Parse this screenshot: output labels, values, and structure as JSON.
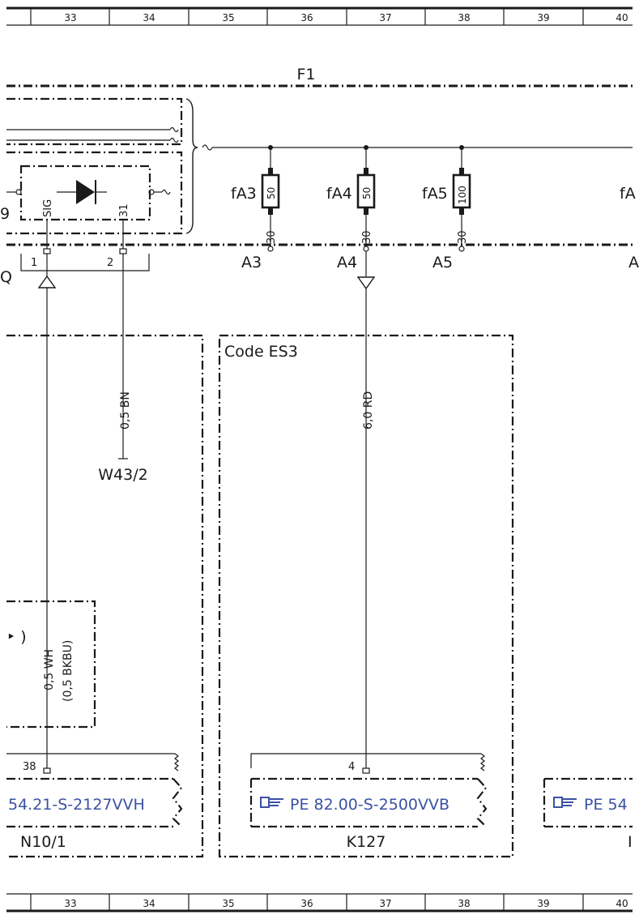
{
  "grid": {
    "columns": [
      "33",
      "34",
      "35",
      "36",
      "37",
      "38",
      "39",
      "40"
    ]
  },
  "fusebox": {
    "name": "F1",
    "fuses": [
      {
        "name": "fA3",
        "rating": "50",
        "terminal": "30",
        "output": "A3"
      },
      {
        "name": "fA4",
        "rating": "50",
        "terminal": "30",
        "output": "A4"
      },
      {
        "name": "fA5",
        "rating": "100",
        "terminal": "30",
        "output": "A5"
      }
    ],
    "cut_fuse_label": "fA",
    "cut_output_label": "A"
  },
  "module": {
    "sig_label": "SIG",
    "gnd_label": "31",
    "pin1": "1",
    "pin2": "2",
    "cut_left_char": "9",
    "cut_left_char2": "Q"
  },
  "wires": {
    "w43_color": "0,5 BN",
    "w43_ground": "W43/2",
    "sig_color": "0,5 WH",
    "sig_color_alt": "(0,5 BKBU)",
    "a4_color": "6,0 RD"
  },
  "code_box": {
    "label": "Code ES3"
  },
  "partial_box": {
    "fragment": "‣ )"
  },
  "components": [
    {
      "name": "N10/1",
      "pin": "38",
      "reference": "54.21-S-2127VVH"
    },
    {
      "name": "K127",
      "pin": "4",
      "reference": "PE 82.00-S-2500VVB"
    },
    {
      "reference": "PE 54",
      "name": "I"
    }
  ],
  "colors": {
    "line": "#1a1a1a",
    "reference_link": "#3b52a3"
  }
}
